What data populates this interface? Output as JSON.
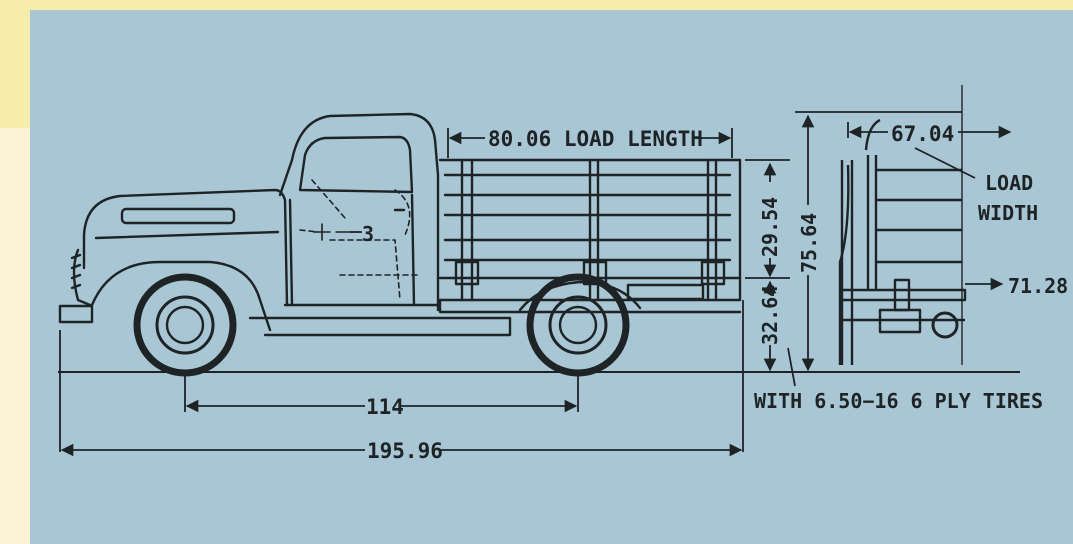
{
  "colors": {
    "panel": "#a9c6d5",
    "ink": "#1e2326",
    "paper": "#f7ecaa"
  },
  "dimensions": {
    "load_length": "80.06 LOAD LENGTH",
    "load_width_value": "67.04",
    "load_width_line1": "LOAD",
    "load_width_line2": "WIDTH",
    "rack_height": "29.54",
    "overall_height": "75.64",
    "bed_width": "71.28",
    "floor_height": "32.64",
    "door_clearance": "3",
    "wheelbase": "114",
    "overall_length": "195.96",
    "tires_note": "WITH 6.50−16  6 PLY TIRES"
  }
}
